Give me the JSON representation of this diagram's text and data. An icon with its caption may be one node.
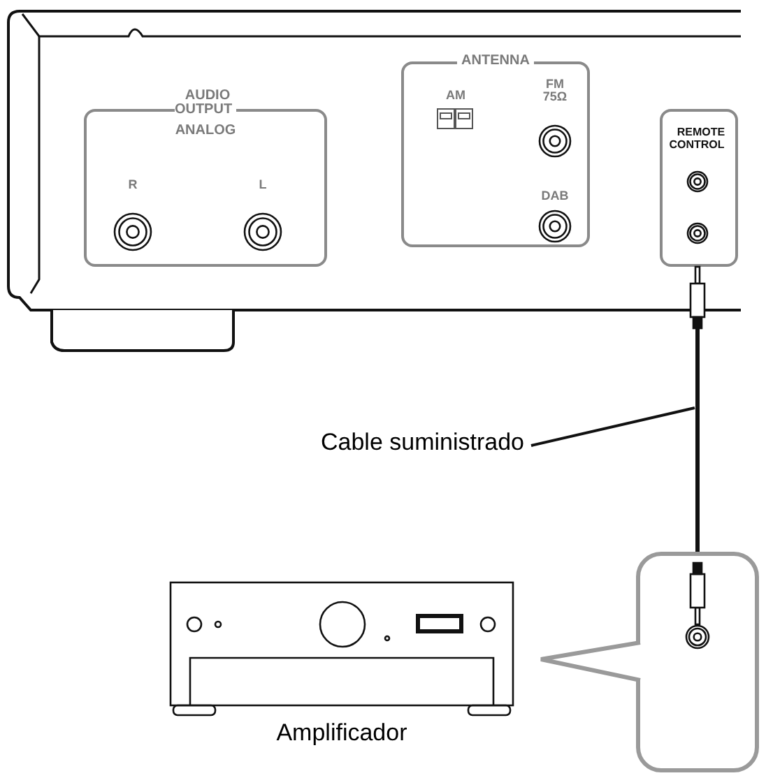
{
  "diagram": {
    "nodes": [
      {
        "text": [
          "AUDIO OUTPUT",
          "ANALOG"
        ]
      },
      {
        "text": [
          "ANTENNA"
        ]
      },
      {
        "text": [
          "REMOTE CONTROL"
        ]
      },
      {
        "text": [
          "Amplificador"
        ]
      },
      {
        "text": [],
        "shape": "box"
      },
      {
        "text": [
          "Cable suministrado"
        ]
      }
    ],
    "edges": [
      {
        "from": 2,
        "to": 4,
        "arrow": "none"
      },
      {
        "from": 5,
        "to": null,
        "arrow": "none"
      }
    ],
    "labels": [
      "R",
      "L",
      "AM",
      "FM 75Ω",
      "DAB"
    ]
  }
}
